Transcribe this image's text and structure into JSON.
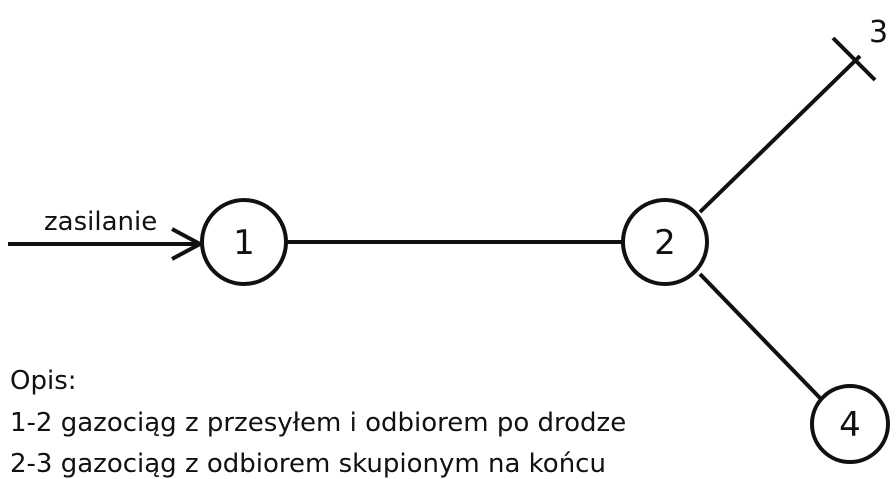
{
  "diagram": {
    "supply_label": "zasilanie",
    "nodes": [
      {
        "id": "1",
        "label": "1"
      },
      {
        "id": "2",
        "label": "2"
      },
      {
        "id": "3",
        "label": "3"
      },
      {
        "id": "4",
        "label": "4"
      }
    ],
    "edges": [
      {
        "from": "1",
        "to": "2"
      },
      {
        "from": "2",
        "to": "3"
      },
      {
        "from": "2",
        "to": "4"
      }
    ]
  },
  "description": {
    "heading": "Opis:",
    "lines": [
      "1-2 gazociąg z przesyłem i odbiorem po drodze",
      "2-3 gazociąg z odbiorem skupionym na końcu"
    ]
  },
  "colors": {
    "stroke": "#111111",
    "background": "#ffffff"
  }
}
